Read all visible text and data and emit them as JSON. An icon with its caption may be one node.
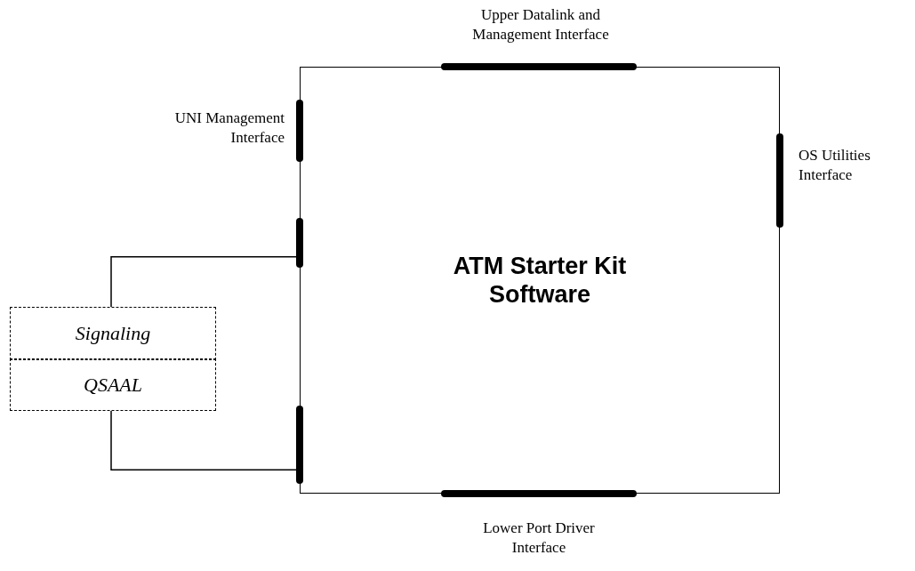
{
  "diagram": {
    "nodes": [
      {
        "text": [
          "ATM Starter Kit Software"
        ]
      },
      {
        "text": [],
        "shape": "bar",
        "beside": [
          "Upper Datalink and Management Interface"
        ]
      },
      {
        "text": [],
        "shape": "bar",
        "beside": [
          "UNI Management Interface"
        ]
      },
      {
        "text": [],
        "shape": "bar",
        "beside": [
          "OS Utilities Interface"
        ]
      },
      {
        "text": [],
        "shape": "bar"
      },
      {
        "text": [
          "Signaling"
        ]
      },
      {
        "text": [
          "QSAAL"
        ]
      },
      {
        "text": [],
        "shape": "bar"
      },
      {
        "text": [],
        "shape": "bar",
        "beside": [
          "Lower Port Driver Interface"
        ]
      }
    ],
    "edges": [
      {
        "from": 5,
        "to": 4,
        "arrow": "none"
      },
      {
        "from": 6,
        "to": 7,
        "arrow": "none"
      }
    ]
  }
}
